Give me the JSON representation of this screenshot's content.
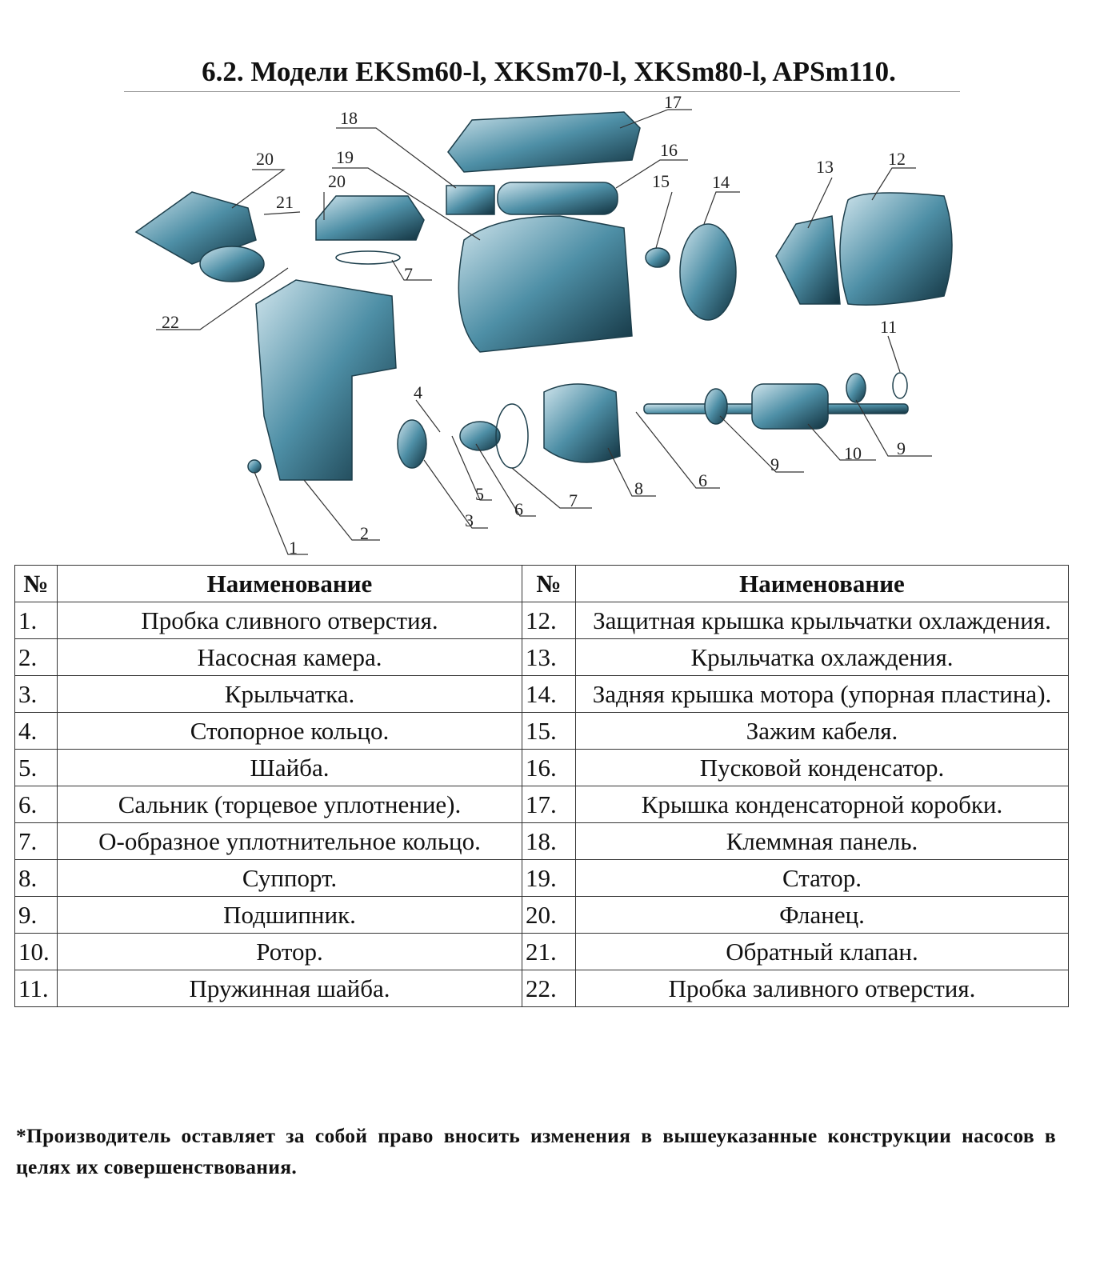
{
  "title": "6.2. Модели EKSm60-l, XKSm70-l, XKSm80-l, APSm110.",
  "diagram": {
    "labels": [
      "17",
      "18",
      "16",
      "20",
      "19",
      "15",
      "14",
      "13",
      "12",
      "20",
      "21",
      "7",
      "22",
      "11",
      "4",
      "5",
      "6",
      "3",
      "7",
      "8",
      "6",
      "9",
      "10",
      "9",
      "2",
      "1"
    ],
    "part_color": "#4e8fa6"
  },
  "table": {
    "headers": {
      "num": "№",
      "name": "Наименование"
    },
    "rows": [
      {
        "n1": "1.",
        "t1": "Пробка сливного отверстия.",
        "n2": "12.",
        "t2": "Защитная крышка крыльчатки охлаждения."
      },
      {
        "n1": "2.",
        "t1": "Насосная камера.",
        "n2": "13.",
        "t2": "Крыльчатка охлаждения."
      },
      {
        "n1": "3.",
        "t1": "Крыльчатка.",
        "n2": "14.",
        "t2": "Задняя крышка мотора (упорная пластина)."
      },
      {
        "n1": "4.",
        "t1": "Стопорное кольцо.",
        "n2": "15.",
        "t2": "Зажим кабеля."
      },
      {
        "n1": "5.",
        "t1": "Шайба.",
        "n2": "16.",
        "t2": "Пусковой конденсатор."
      },
      {
        "n1": "6.",
        "t1": "Сальник (торцевое уплотнение).",
        "n2": "17.",
        "t2": "Крышка конденсаторной коробки."
      },
      {
        "n1": "7.",
        "t1": "О-образное уплотнительное кольцо.",
        "n2": "18.",
        "t2": "Клеммная панель."
      },
      {
        "n1": "8.",
        "t1": "Суппорт.",
        "n2": "19.",
        "t2": "Статор."
      },
      {
        "n1": "9.",
        "t1": "Подшипник.",
        "n2": "20.",
        "t2": "Фланец."
      },
      {
        "n1": "10.",
        "t1": "Ротор.",
        "n2": "21.",
        "t2": "Обратный клапан."
      },
      {
        "n1": "11.",
        "t1": "Пружинная шайба.",
        "n2": "22.",
        "t2": "Пробка заливного отверстия."
      }
    ]
  },
  "footnote": "*Производитель оставляет за собой право вносить изменения в вышеуказанные конструкции насосов в целях их совершенствования."
}
